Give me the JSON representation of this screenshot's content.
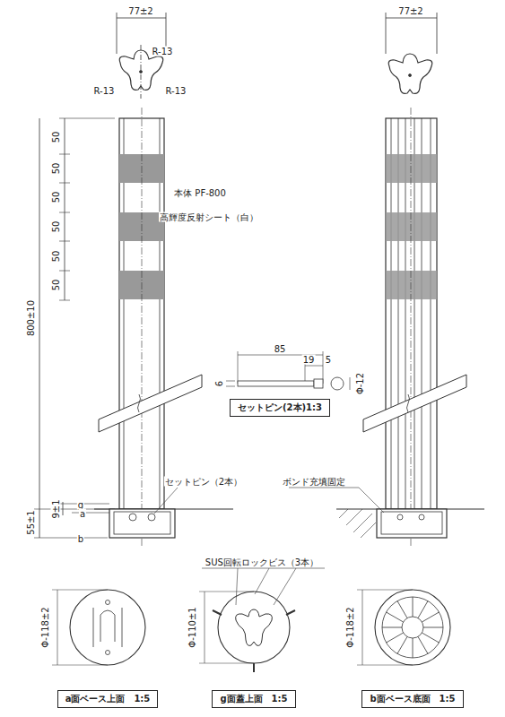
{
  "diagram": {
    "nodes": [
      {
        "text": [
          "セットピン(2本)1:3"
        ]
      },
      {
        "text": [
          "a面ベース上面　1:5"
        ]
      },
      {
        "text": [
          "g面蓋上面　1:5"
        ]
      },
      {
        "text": [
          "b面ベース底面　1:5"
        ]
      }
    ],
    "labels": [
      "77±2",
      "R-13",
      "R-13",
      "R-13",
      "77±2",
      "50",
      "50",
      "50",
      "50",
      "50",
      "50",
      "800±10",
      "本体 PF-800",
      "高輝度反射シート（白）",
      "85",
      "19",
      "5",
      "6",
      "Φ-12",
      "セットピン（2本）",
      "ボンド充填固定",
      "g",
      "a",
      "b",
      "9±1",
      "55±1",
      "SUS回転ロックビス（3本）",
      "Φ-118±2",
      "Φ-110±1",
      "Φ-118±2"
    ]
  }
}
